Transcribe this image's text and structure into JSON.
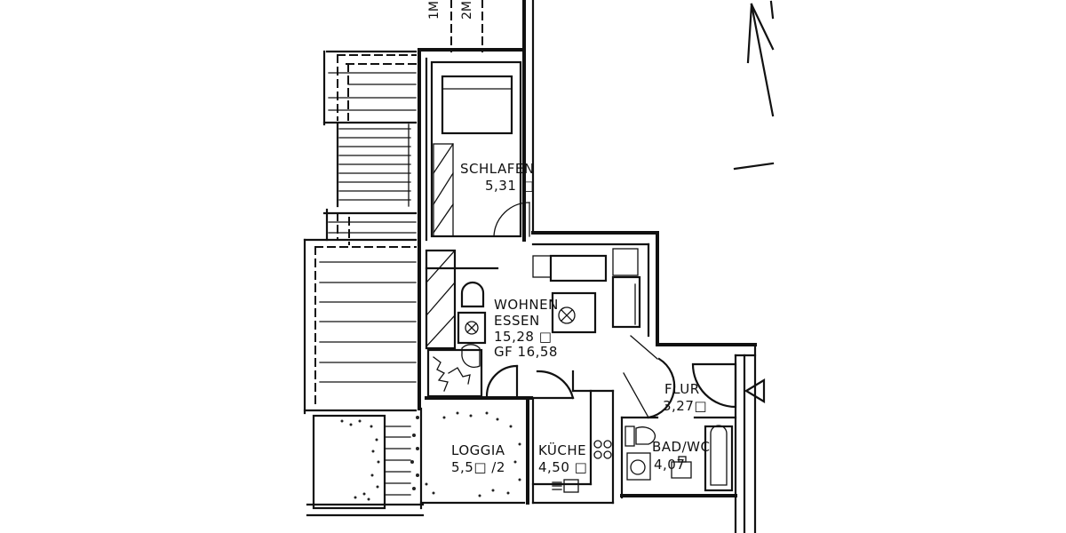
{
  "plan": {
    "top_labels": [
      "1M",
      "2M"
    ],
    "rooms": [
      {
        "id": "schlafen",
        "name": "SCHLAFEN",
        "area": "5,31 □"
      },
      {
        "id": "wohnen",
        "name_line1": "WOHNEN",
        "name_line2": "ESSEN",
        "area": "15,28 □",
        "area_gf": "GF 16,58"
      },
      {
        "id": "loggia",
        "name": "LOGGIA",
        "area": "5,5□ /2"
      },
      {
        "id": "kueche",
        "name": "KÜCHE",
        "area": "4,50 □"
      },
      {
        "id": "flur",
        "name": "FLUR",
        "area": "3,27□"
      },
      {
        "id": "bad",
        "name": "BAD/WC",
        "area": "4,07"
      }
    ],
    "colors": {
      "ink": "#111111",
      "paper": "#ffffff"
    }
  }
}
